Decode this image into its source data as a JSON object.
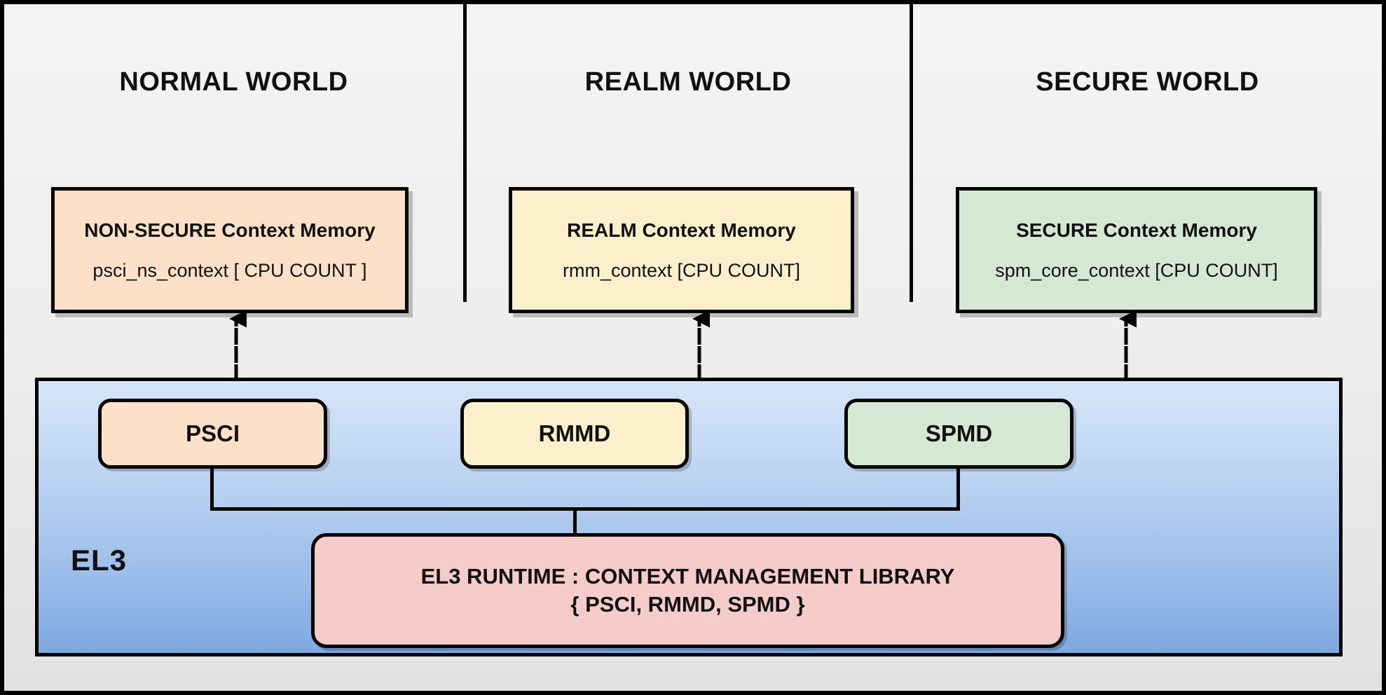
{
  "diagram": {
    "title_alt": "ARM TF-A EL3 context management architecture",
    "el3_label": "EL3"
  },
  "worlds": [
    {
      "id": "normal",
      "title": "NORMAL WORLD",
      "context_box": {
        "title": "NON-SECURE Context Memory",
        "subtitle": "psci_ns_context  [ CPU COUNT ]",
        "fill": "#fce0c8"
      },
      "module": {
        "label": "PSCI",
        "fill": "#fce0c8"
      },
      "link_icon": "bidirectional-dashed-arrow"
    },
    {
      "id": "realm",
      "title": "REALM WORLD",
      "context_box": {
        "title": "REALM Context Memory",
        "subtitle": "rmm_context [CPU COUNT]",
        "fill": "#fcefcb"
      },
      "module": {
        "label": "RMMD",
        "fill": "#fcefcb"
      },
      "link_icon": "bidirectional-dashed-arrow"
    },
    {
      "id": "secure",
      "title": "SECURE WORLD",
      "context_box": {
        "title": "SECURE Context Memory",
        "subtitle": "spm_core_context  [CPU COUNT]",
        "fill": "#d5e8d4"
      },
      "module": {
        "label": "SPMD",
        "fill": "#d5e8d4"
      },
      "link_icon": "bidirectional-dashed-arrow"
    }
  ],
  "runtime": {
    "line1": "EL3 RUNTIME : CONTEXT MANAGEMENT LIBRARY",
    "line2": "{ PSCI, RMMD, SPMD }",
    "fill": "#f6ccca"
  },
  "colors": {
    "border": "#000000",
    "panel_bg": "#eeeeee",
    "el3_gradient_top": "#d6e5f9",
    "el3_gradient_bottom": "#7ea8e0",
    "normal_accent": "#fce0c8",
    "realm_accent": "#fcefcb",
    "secure_accent": "#d5e8d4",
    "runtime_accent": "#f6ccca"
  }
}
